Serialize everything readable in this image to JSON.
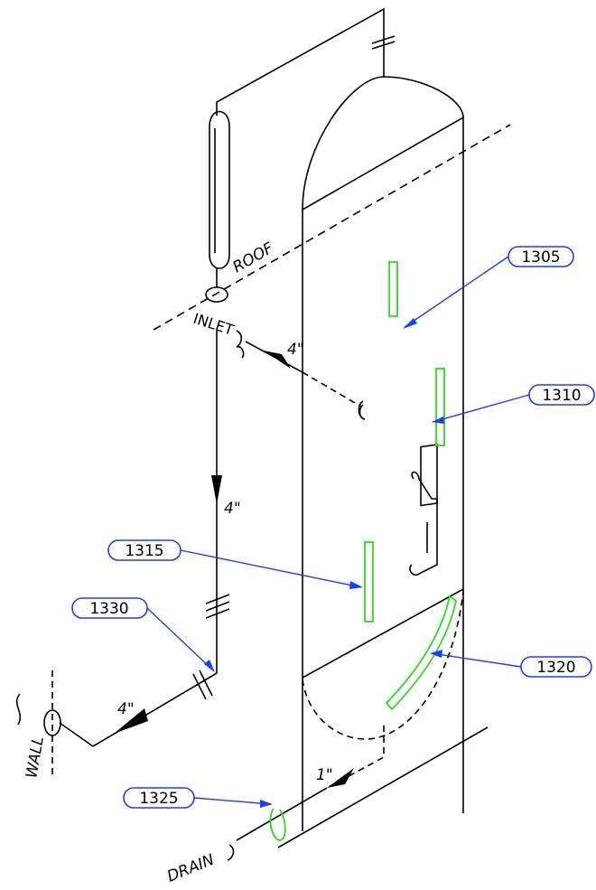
{
  "labels": {
    "roof": "ROOF",
    "inlet": "INLET",
    "wall": "WALL",
    "drain": "DRAIN",
    "size_inlet": "4\"",
    "size_riser": "4\"",
    "size_wall": "4\"",
    "size_drain": "1\""
  },
  "callouts": [
    {
      "id": "1305"
    },
    {
      "id": "1310"
    },
    {
      "id": "1315"
    },
    {
      "id": "1320"
    },
    {
      "id": "1325"
    },
    {
      "id": "1330"
    }
  ],
  "colors": {
    "line": "#000000",
    "callout": "#1a3dff",
    "highlight": "#2bdc20"
  }
}
